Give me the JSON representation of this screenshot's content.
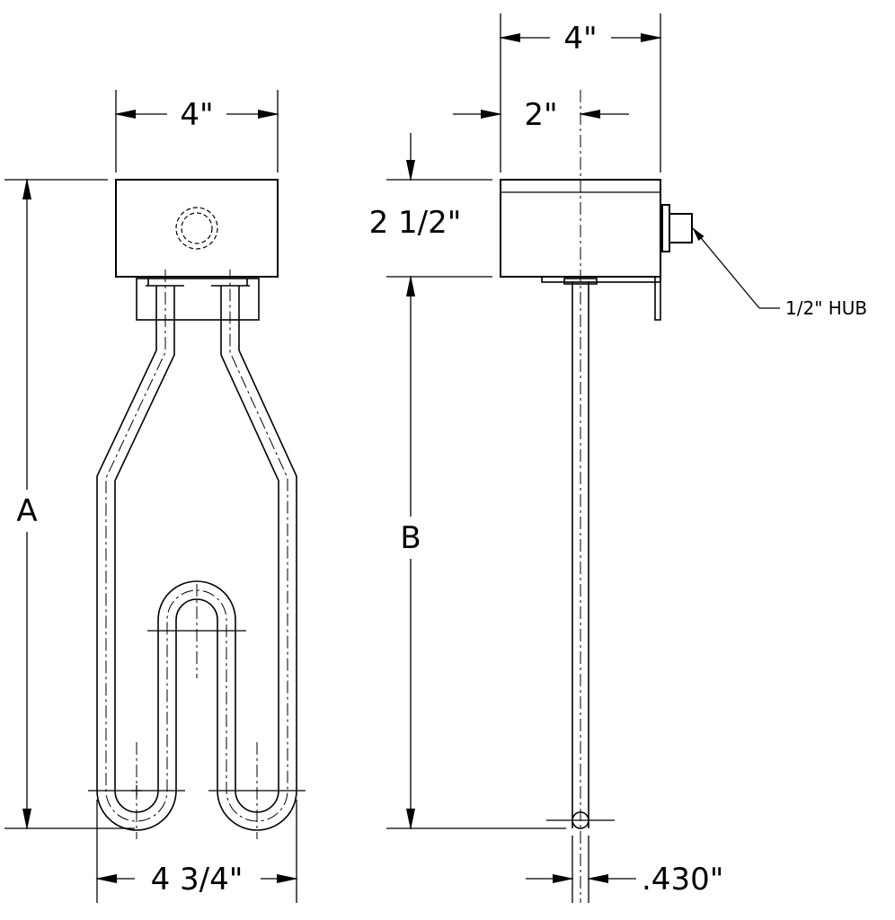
{
  "front_view": {
    "top_width_label": "4\"",
    "overall_height_label": "A",
    "bottom_width_label": "4 3/4\""
  },
  "side_view": {
    "overall_width_label": "4\"",
    "offset_label": "2\"",
    "box_height_label": "2 1/2\"",
    "immersion_length_label": "B",
    "tube_diameter_label": ".430\"",
    "hub_callout": "1/2\" HUB"
  }
}
